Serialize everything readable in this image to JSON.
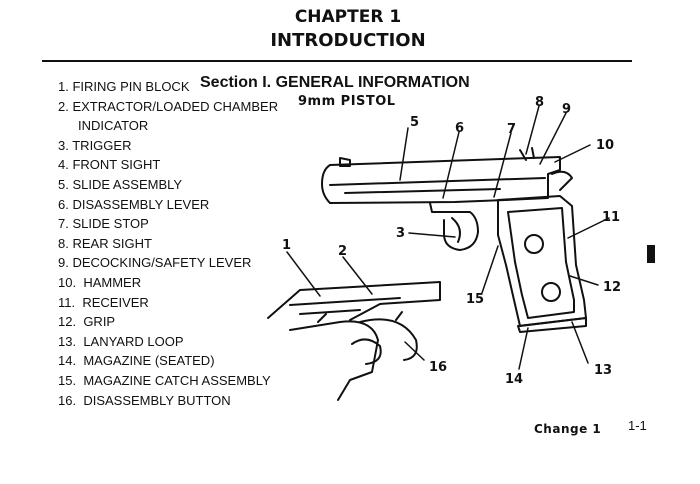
{
  "header": {
    "chapter": "CHAPTER 1",
    "title": "INTRODUCTION"
  },
  "section": "Section I. GENERAL INFORMATION",
  "subtitle": "9mm PISTOL",
  "parts": [
    {
      "num": "1.",
      "label": "FIRING PIN BLOCK"
    },
    {
      "num": "2.",
      "label": "EXTRACTOR/LOADED CHAMBER"
    },
    {
      "num": "",
      "label": "INDICATOR"
    },
    {
      "num": "3.",
      "label": "TRIGGER"
    },
    {
      "num": "4.",
      "label": "FRONT SIGHT"
    },
    {
      "num": "5.",
      "label": "SLIDE ASSEMBLY"
    },
    {
      "num": "6.",
      "label": "DISASSEMBLY LEVER"
    },
    {
      "num": "7.",
      "label": "SLIDE STOP"
    },
    {
      "num": "8.",
      "label": "REAR SIGHT"
    },
    {
      "num": "9.",
      "label": "DECOCKING/SAFETY  LEVER"
    },
    {
      "num": "10.",
      "label": "HAMMER"
    },
    {
      "num": "11.",
      "label": "RECEIVER"
    },
    {
      "num": "12.",
      "label": "GRIP"
    },
    {
      "num": "13.",
      "label": "LANYARD LOOP"
    },
    {
      "num": "14.",
      "label": "MAGAZINE   (SEATED)"
    },
    {
      "num": "15.",
      "label": "MAGAZINE CATCH ASSEMBLY"
    },
    {
      "num": "16.",
      "label": "DISASSEMBLY   BUTTON"
    }
  ],
  "callouts": [
    "1",
    "2",
    "3",
    "5",
    "6",
    "7",
    "8",
    "9",
    "10",
    "11",
    "12",
    "13",
    "14",
    "15",
    "16"
  ],
  "footer": {
    "change": "Change  1",
    "page": "1-1"
  }
}
